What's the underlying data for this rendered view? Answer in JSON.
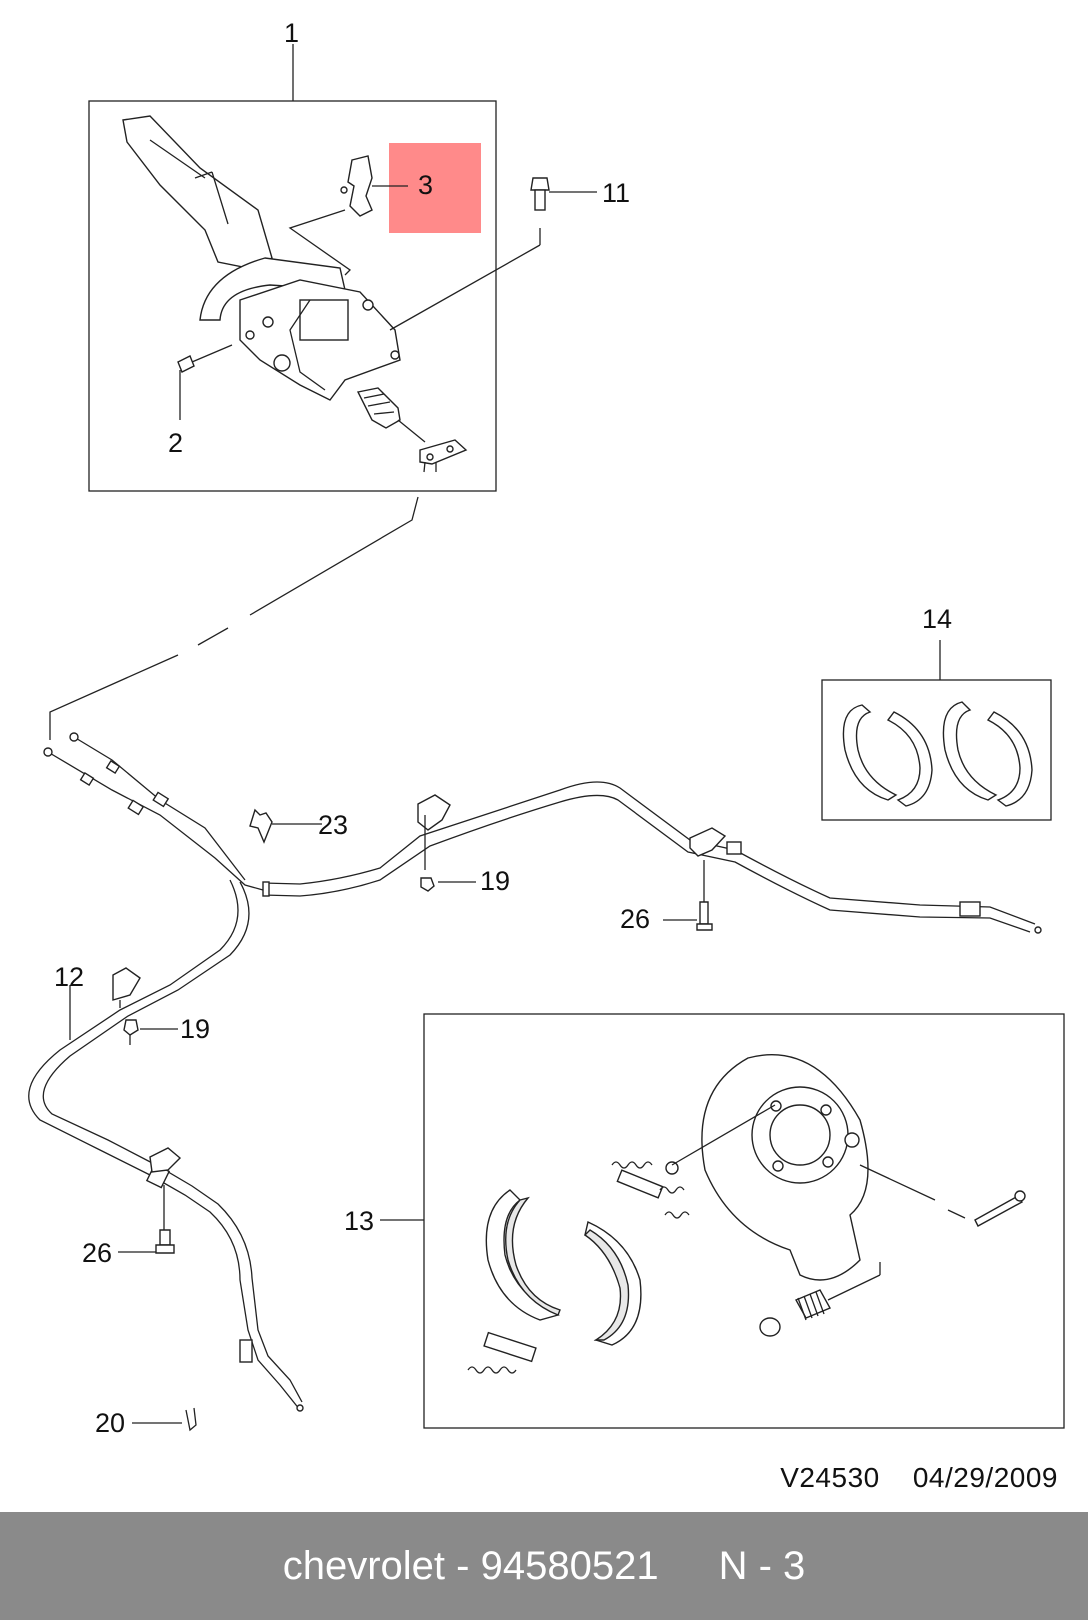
{
  "callouts": {
    "c1": "1",
    "c2": "2",
    "c3": "3",
    "c11": "11",
    "c12": "12",
    "c13": "13",
    "c14": "14",
    "c19a": "19",
    "c19b": "19",
    "c20": "20",
    "c23": "23",
    "c26a": "26",
    "c26b": "26"
  },
  "highlight": {
    "part": "3",
    "color": "#ff8a8a"
  },
  "reference": {
    "code": "V24530",
    "date": "04/29/2009"
  },
  "footer": {
    "brand": "chevrolet",
    "part_number": "94580521",
    "position": "N - 3",
    "bar_color": "#8a8a8a"
  }
}
